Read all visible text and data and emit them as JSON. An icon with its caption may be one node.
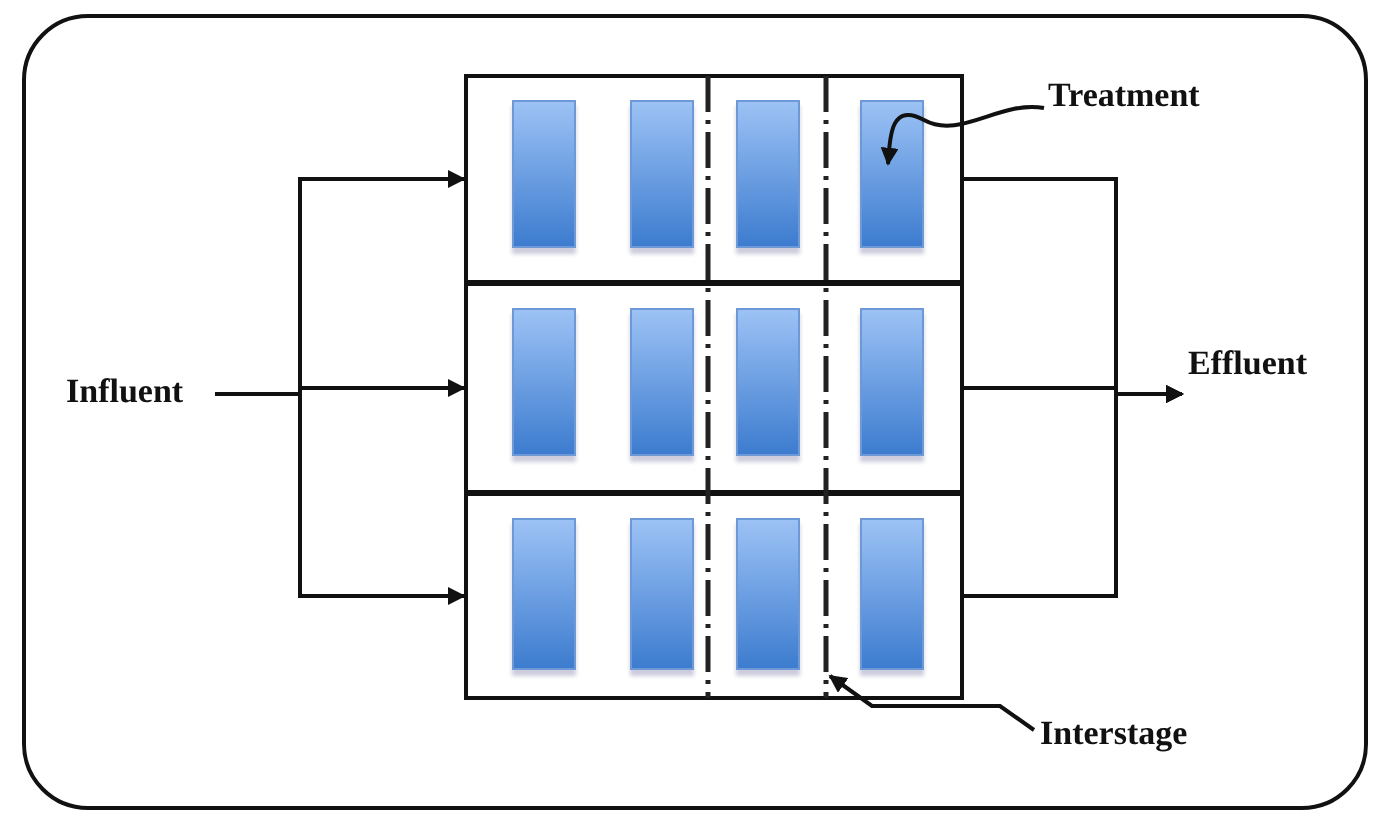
{
  "diagram": {
    "nodes": [
      {
        "text": [
          "Influent"
        ]
      },
      {
        "text": [],
        "shape": "box"
      },
      {
        "text": [],
        "shape": "box"
      },
      {
        "text": [],
        "shape": "box"
      },
      {
        "text": [],
        "shape": "box",
        "in": 1
      },
      {
        "text": [],
        "shape": "box",
        "in": 1
      },
      {
        "text": [],
        "shape": "box",
        "in": 1
      },
      {
        "text": [],
        "shape": "box",
        "in": 1
      },
      {
        "text": [],
        "shape": "box",
        "in": 2
      },
      {
        "text": [],
        "shape": "box",
        "in": 2
      },
      {
        "text": [],
        "shape": "box",
        "in": 2
      },
      {
        "text": [],
        "shape": "box",
        "in": 2
      },
      {
        "text": [],
        "shape": "box",
        "in": 3
      },
      {
        "text": [],
        "shape": "box",
        "in": 3
      },
      {
        "text": [],
        "shape": "box",
        "in": 3
      },
      {
        "text": [],
        "shape": "box",
        "in": 3
      },
      {
        "text": [
          "Treatment"
        ]
      },
      {
        "text": [
          "Effluent"
        ]
      },
      {
        "text": [
          "Interstage"
        ]
      },
      {
        "text": [],
        "shape": "bar"
      },
      {
        "text": [],
        "shape": "bar"
      }
    ],
    "edges": [
      {
        "from": 0,
        "to": 1,
        "arrow": "to"
      },
      {
        "from": 0,
        "to": 2,
        "arrow": "to"
      },
      {
        "from": 0,
        "to": 3,
        "arrow": "to"
      },
      {
        "from": 1,
        "to": 17,
        "arrow": "to"
      },
      {
        "from": 2,
        "to": 17,
        "arrow": "to"
      },
      {
        "from": 3,
        "to": 17,
        "arrow": "to"
      },
      {
        "from": 16,
        "to": 7,
        "arrow": "to"
      },
      {
        "from": 18,
        "to": 20,
        "arrow": "to"
      }
    ]
  }
}
